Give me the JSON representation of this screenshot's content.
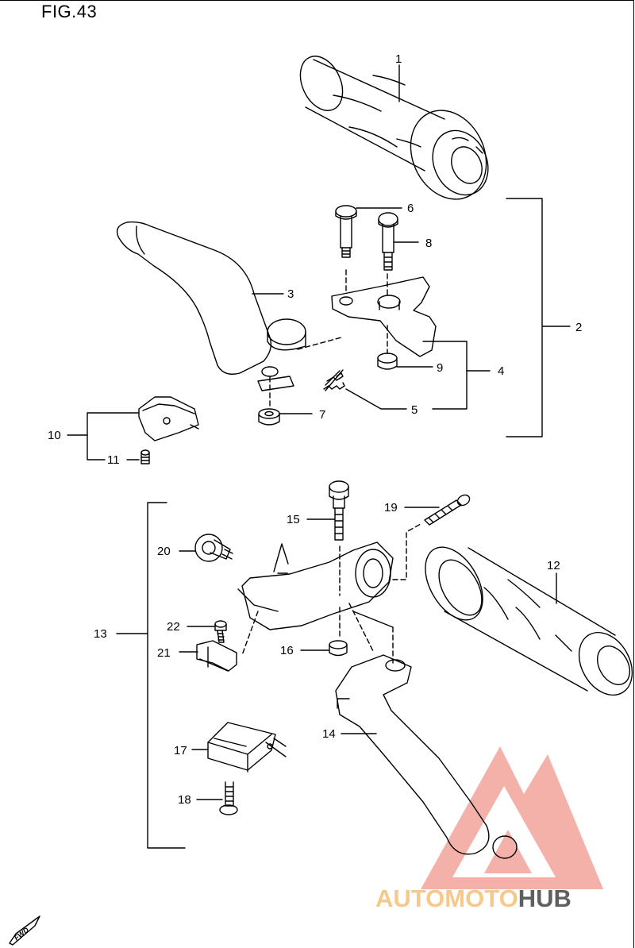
{
  "figure": {
    "title": "FIG.43"
  },
  "callouts": [
    {
      "id": "p1",
      "label": "1"
    },
    {
      "id": "p2",
      "label": "2"
    },
    {
      "id": "p3",
      "label": "3"
    },
    {
      "id": "p4",
      "label": "4"
    },
    {
      "id": "p5",
      "label": "5"
    },
    {
      "id": "p6",
      "label": "6"
    },
    {
      "id": "p7",
      "label": "7"
    },
    {
      "id": "p8",
      "label": "8"
    },
    {
      "id": "p9",
      "label": "9"
    },
    {
      "id": "p10",
      "label": "10"
    },
    {
      "id": "p11",
      "label": "11"
    },
    {
      "id": "p12",
      "label": "12"
    },
    {
      "id": "p13",
      "label": "13"
    },
    {
      "id": "p14",
      "label": "14"
    },
    {
      "id": "p15",
      "label": "15"
    },
    {
      "id": "p16",
      "label": "16"
    },
    {
      "id": "p17",
      "label": "17"
    },
    {
      "id": "p18",
      "label": "18"
    },
    {
      "id": "p19",
      "label": "19"
    },
    {
      "id": "p20",
      "label": "20"
    },
    {
      "id": "p21",
      "label": "21"
    },
    {
      "id": "p22",
      "label": "22"
    }
  ],
  "badge": {
    "text": "FWD"
  },
  "watermark": {
    "text": "AUTOMOTOHUB",
    "part1": "AUTOMOTO",
    "part2": "HUB",
    "color_primary": "#f0a8a0",
    "color_secondary": "#f6c98a",
    "color_dark": "#5f5f5f"
  }
}
